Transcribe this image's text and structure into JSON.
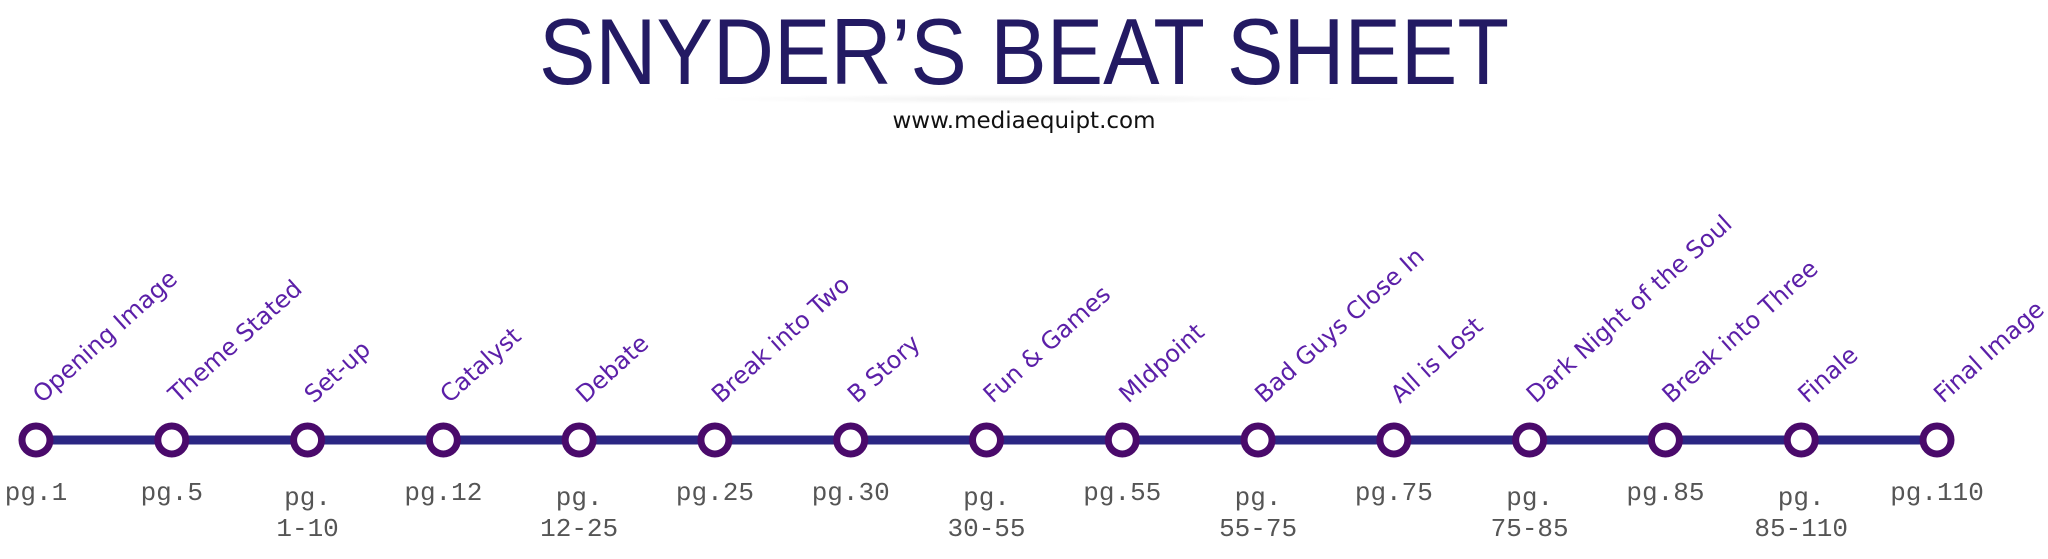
{
  "title": "SNYDER’S BEAT SHEET",
  "subtitle": "www.mediaequipt.com",
  "colors": {
    "title": "#231a63",
    "line": "#2b2683",
    "node_border": "#4a0a6b",
    "beat_label": "#5b1fa8",
    "page_label": "#555555"
  },
  "beats": [
    {
      "label": "Opening Image",
      "pages": [
        "pg.1"
      ]
    },
    {
      "label": "Theme Stated",
      "pages": [
        "pg.5"
      ]
    },
    {
      "label": "Set-up",
      "pages": [
        "pg.",
        "1-10"
      ]
    },
    {
      "label": "Catalyst",
      "pages": [
        "pg.12"
      ]
    },
    {
      "label": "Debate",
      "pages": [
        "pg.",
        "12-25"
      ]
    },
    {
      "label": "Break into Two",
      "pages": [
        "pg.25"
      ]
    },
    {
      "label": "B Story",
      "pages": [
        "pg.30"
      ]
    },
    {
      "label": "Fun & Games",
      "pages": [
        "pg.",
        "30-55"
      ]
    },
    {
      "label": "MIdpoint",
      "pages": [
        "pg.55"
      ]
    },
    {
      "label": "Bad Guys Close In",
      "pages": [
        "pg.",
        "55-75"
      ]
    },
    {
      "label": "All is Lost",
      "pages": [
        "pg.75"
      ]
    },
    {
      "label": "Dark Night of the Soul",
      "pages": [
        "pg.",
        "75-85"
      ]
    },
    {
      "label": "Break into Three",
      "pages": [
        "pg.85"
      ]
    },
    {
      "label": "Finale",
      "pages": [
        "pg.",
        "85-110"
      ]
    },
    {
      "label": "Final Image",
      "pages": [
        "pg.110"
      ]
    }
  ]
}
